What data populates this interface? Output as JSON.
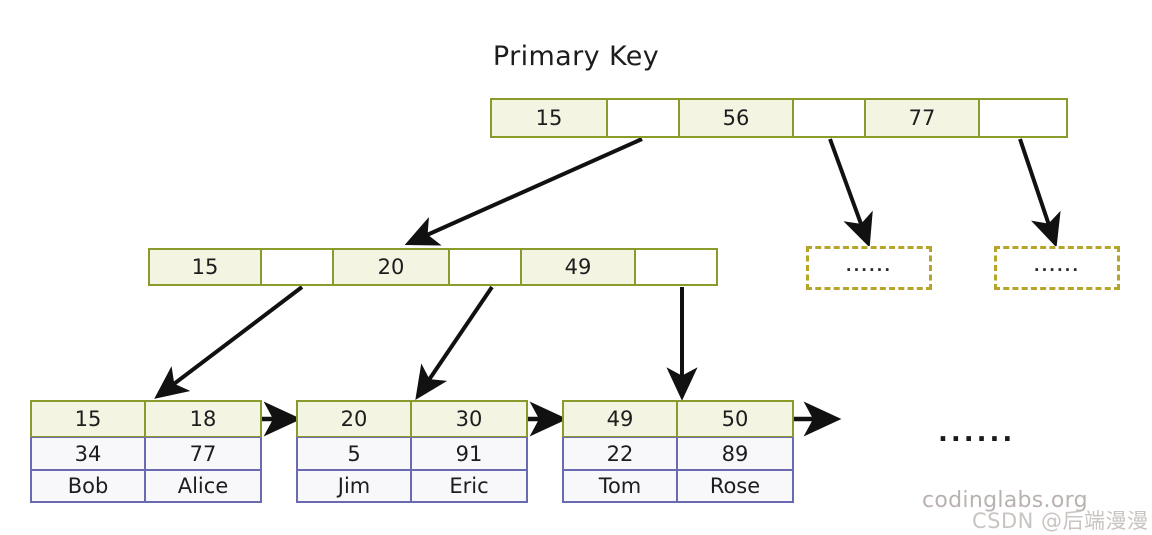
{
  "diagram": {
    "title": "Primary Key",
    "type": "b-plus-tree",
    "colors": {
      "index_border": "#8a9a2b",
      "index_fill": "#f3f4e2",
      "pointer_fill": "#ffffff",
      "data_border": "#6a6ab0",
      "data_fill": "#f8f8fb",
      "dashed_border": "#b5a52a",
      "arrow": "#111111",
      "text": "#1d1d1d"
    }
  },
  "root_node": {
    "name": "root-index-node",
    "cells": [
      {
        "type": "key",
        "label": "15"
      },
      {
        "type": "pointer",
        "label": ""
      },
      {
        "type": "key",
        "label": "56"
      },
      {
        "type": "pointer",
        "label": ""
      },
      {
        "type": "key",
        "label": "77"
      },
      {
        "type": "pointer",
        "label": ""
      }
    ]
  },
  "internal_node": {
    "name": "internal-index-node",
    "cells": [
      {
        "type": "key",
        "label": "15"
      },
      {
        "type": "pointer",
        "label": ""
      },
      {
        "type": "key",
        "label": "20"
      },
      {
        "type": "pointer",
        "label": ""
      },
      {
        "type": "key",
        "label": "49"
      },
      {
        "type": "pointer",
        "label": ""
      }
    ]
  },
  "leaf_nodes": [
    {
      "name": "leaf-node-1",
      "keys": [
        "15",
        "18"
      ],
      "row2": [
        "34",
        "77"
      ],
      "row3": [
        "Bob",
        "Alice"
      ]
    },
    {
      "name": "leaf-node-2",
      "keys": [
        "20",
        "30"
      ],
      "row2": [
        "5",
        "91"
      ],
      "row3": [
        "Jim",
        "Eric"
      ]
    },
    {
      "name": "leaf-node-3",
      "keys": [
        "49",
        "50"
      ],
      "row2": [
        "22",
        "89"
      ],
      "row3": [
        "Tom",
        "Rose"
      ]
    }
  ],
  "placeholder_boxes": [
    {
      "name": "placeholder-node-left",
      "label": "......"
    },
    {
      "name": "placeholder-node-right",
      "label": "......"
    }
  ],
  "leaf_trailing_ellipsis": "......",
  "watermarks": {
    "codinglabs": "codinglabs.org",
    "csdn": "CSDN @后端漫漫"
  }
}
